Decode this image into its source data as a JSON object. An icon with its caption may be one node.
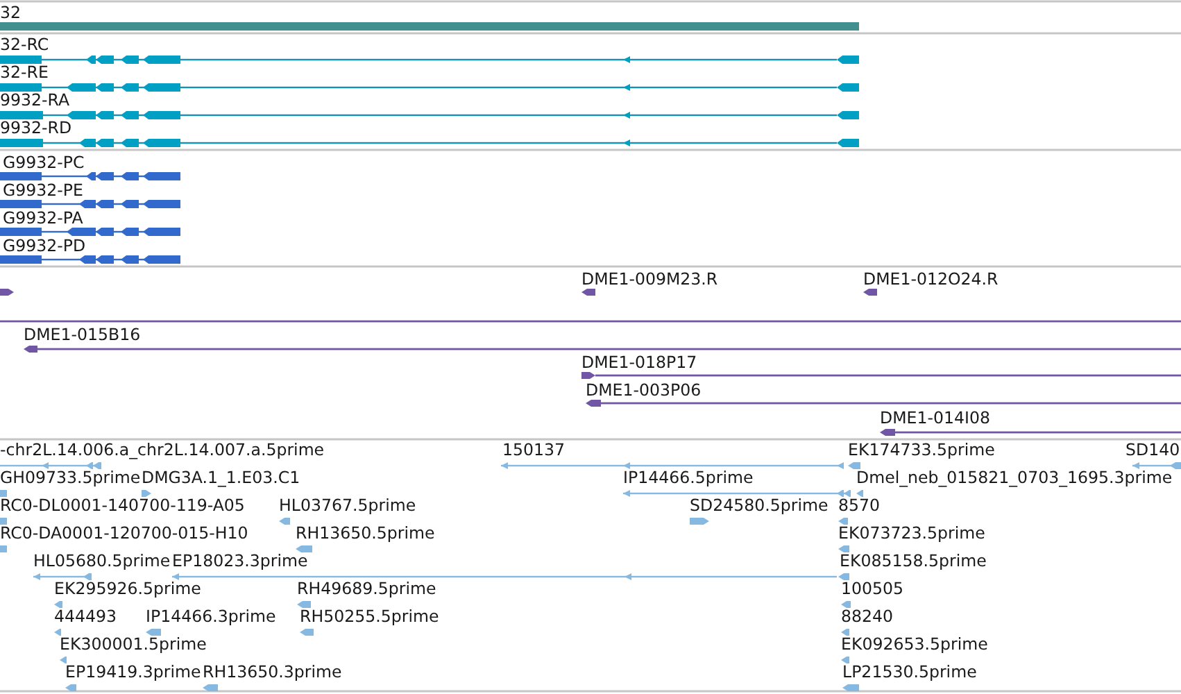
{
  "diagram": {
    "nodes": [
      {
        "text": [
          "32"
        ]
      },
      {
        "text": [
          "32-RC"
        ]
      },
      {
        "text": [
          "32-RE"
        ]
      },
      {
        "text": [
          "9932-RA"
        ]
      },
      {
        "text": [
          "9932-RD"
        ]
      },
      {
        "text": [
          "G9932-PC"
        ]
      },
      {
        "text": [
          "G9932-PE"
        ]
      },
      {
        "text": [
          "G9932-PA"
        ]
      },
      {
        "text": [
          "G9932-PD"
        ]
      },
      {
        "text": [],
        "shape": "arrow"
      },
      {
        "text": [
          "DME1-009M23.R"
        ]
      },
      {
        "text": [
          "DME1-012O24.R"
        ]
      },
      {
        "text": [],
        "shape": "line"
      },
      {
        "text": [
          "DME1-015B16"
        ]
      },
      {
        "text": [
          "DME1-018P17"
        ]
      },
      {
        "text": [
          "DME1-003P06"
        ]
      },
      {
        "text": [
          "DME1-014I08"
        ]
      },
      {
        "text": [
          "-chr2L.14.006.a_chr2L.14.007.a.5prime"
        ]
      },
      {
        "text": [
          "150137"
        ]
      },
      {
        "text": [
          "EK174733.5prime"
        ]
      },
      {
        "text": [
          "SD140"
        ]
      },
      {
        "text": [
          "GH09733.5prime"
        ]
      },
      {
        "text": [
          "DMG3A.1_1.E03.C1"
        ]
      },
      {
        "text": [
          "IP14466.5prime"
        ]
      },
      {
        "text": [
          "Dmel_neb_015821_0703_1695.3prime"
        ]
      },
      {
        "text": [
          "RC0-DL0001-140700-119-A05"
        ]
      },
      {
        "text": [
          "HL03767.5prime"
        ]
      },
      {
        "text": [
          "SD24580.5prime"
        ]
      },
      {
        "text": [
          "8570"
        ]
      },
      {
        "text": [
          "RC0-DA0001-120700-015-H10"
        ]
      },
      {
        "text": [
          "RH13650.5prime"
        ]
      },
      {
        "text": [
          "EK073723.5prime"
        ]
      },
      {
        "text": [
          "HL05680.5prime"
        ]
      },
      {
        "text": [
          "EP18023.3prime"
        ]
      },
      {
        "text": [
          "EK085158.5prime"
        ]
      },
      {
        "text": [
          "EK295926.5prime"
        ]
      },
      {
        "text": [
          "RH49689.5prime"
        ]
      },
      {
        "text": [
          "100505"
        ]
      },
      {
        "text": [
          "444493"
        ]
      },
      {
        "text": [
          "IP14466.3prime"
        ]
      },
      {
        "text": [
          "RH50255.5prime"
        ]
      },
      {
        "text": [
          "88240"
        ]
      },
      {
        "text": [
          "EK300001.5prime"
        ]
      },
      {
        "text": [
          "EK092653.5prime"
        ]
      },
      {
        "text": [
          "EP19419.3prime"
        ]
      },
      {
        "text": [
          "RH13650.3prime"
        ]
      },
      {
        "text": [
          "LP21530.5prime"
        ]
      }
    ]
  }
}
